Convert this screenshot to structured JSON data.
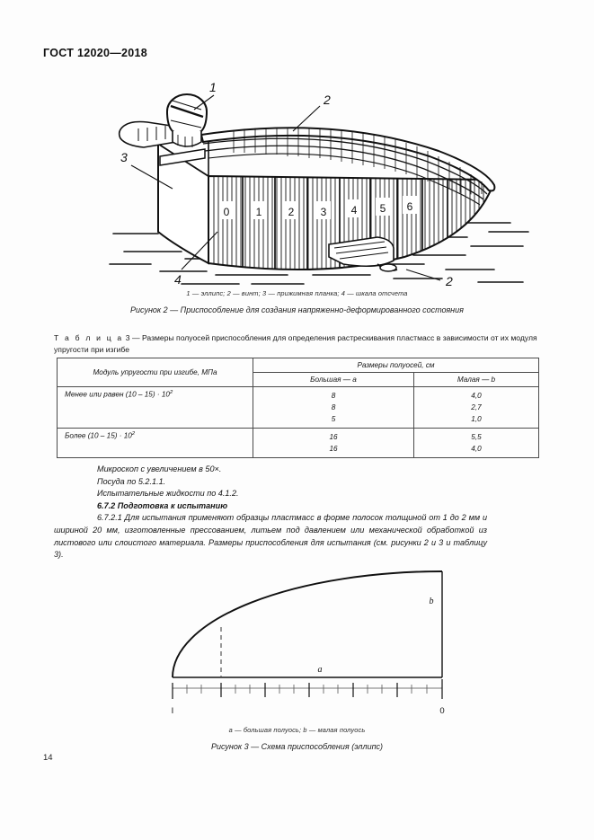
{
  "document": {
    "header": "ГОСТ 12020—2018",
    "page_number": "14"
  },
  "figure2": {
    "legend": "1 — эллипс; 2 — винт; 3 — прижимная планка; 4 — шкала отсчета",
    "caption": "Рисунок 2 — Приспособление для создания напряженно-деформированного состояния",
    "callouts": [
      "1",
      "2",
      "3",
      "4",
      "2"
    ],
    "scale_digits": [
      "0",
      "1",
      "2",
      "3",
      "4",
      "5",
      "6"
    ]
  },
  "table3": {
    "title_label": "Т а б л и ц а",
    "title_number": "3",
    "title_text": "— Размеры полуосей приспособления для определения растрескивания пластмасс в зависимости от их модуля упругости при изгибе",
    "headers": {
      "col1": "Модуль упругости при изгибе, МПа",
      "group": "Размеры полуосей, см",
      "col2": "Большая — a",
      "col3": "Малая — b"
    },
    "rows": [
      {
        "modulus": "Менее или равен (10 – 15) · 10",
        "modulus_exp": "2",
        "major": "8\n8\n5",
        "minor": "4,0\n2,7\n1,0"
      },
      {
        "modulus": "Более (10 – 15) · 10",
        "modulus_exp": "2",
        "major": "16\n16",
        "minor": "5,5\n4,0"
      }
    ]
  },
  "body": {
    "line1": "Микроскоп с увеличением в 50×.",
    "line2": "Посуда по 5.2.1.1.",
    "line3": "Испытательные жидкости по 4.1.2.",
    "heading": "6.7.2 Подготовка к испытанию",
    "paragraph": "6.7.2.1 Для испытания применяют образцы пластмасс в форме полосок толщиной от 1 до 2 мм и шириной 20 мм, изготовленные прессованием, литьем под давлением или механической обработкой из листового или слоистого материала. Размеры приспособления для испытания (см. рисунки 2 и 3 и таблицу 3)."
  },
  "figure3": {
    "legend": "a — большая полуось; b — малая полуось",
    "caption": "Рисунок 3 — Схема приспособления (эллипс)",
    "label_major": "a",
    "label_minor": "b",
    "scale_left": "I",
    "scale_right": "0"
  }
}
